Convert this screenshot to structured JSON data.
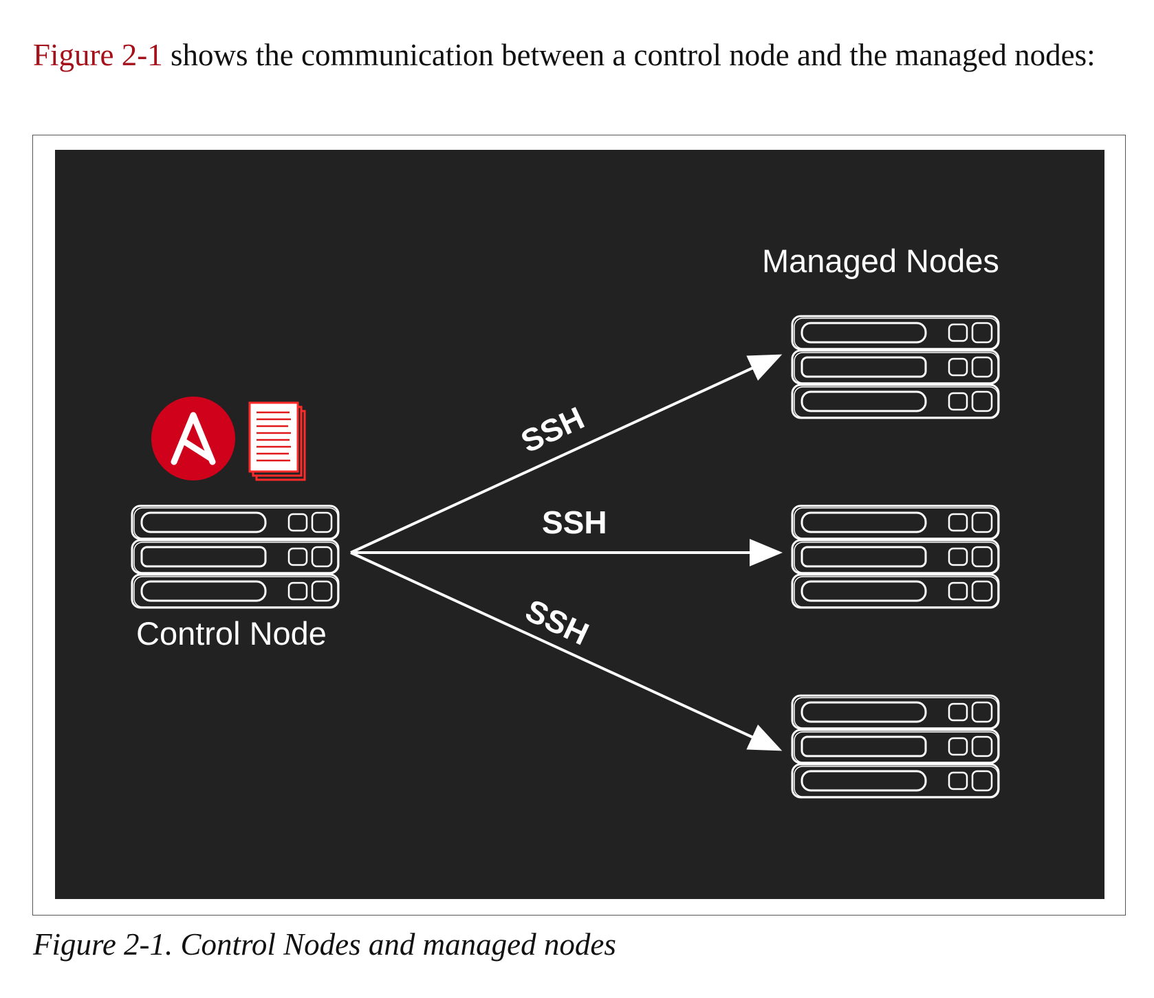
{
  "intro": {
    "ref": "Figure 2-1",
    "text": " shows the communication between a control node and the managed nodes:"
  },
  "diagram": {
    "managed_label": "Managed Nodes",
    "control_label": "Control Node",
    "ssh_top": "SSH",
    "ssh_mid": "SSH",
    "ssh_bot": "SSH",
    "colors": {
      "background": "#222222",
      "lines": "#ffffff",
      "ansible_red": "#d0021b"
    }
  },
  "caption": "Figure 2-1. Control Nodes and managed nodes"
}
